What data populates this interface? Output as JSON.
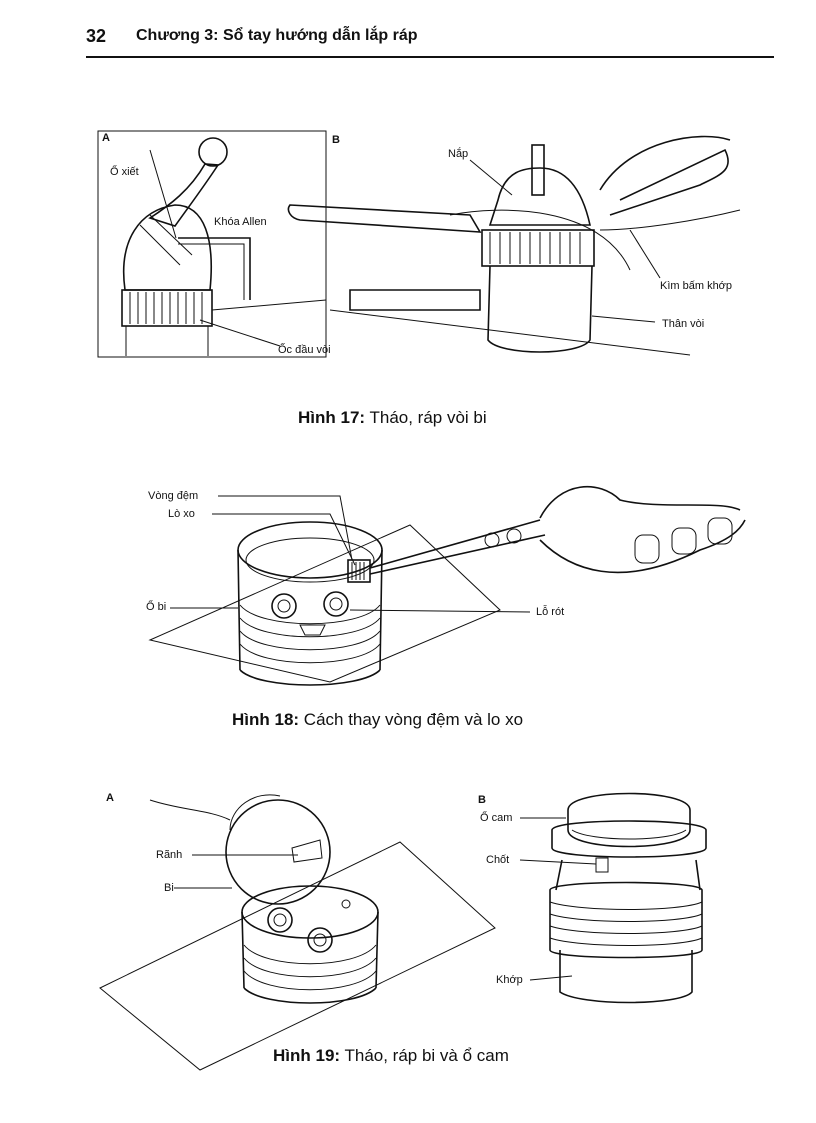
{
  "header": {
    "page_number": "32",
    "chapter_title": "Chương 3: Sổ tay hướng dẫn lắp ráp"
  },
  "figure17": {
    "panel_a": "A",
    "panel_b": "B",
    "labels": {
      "o_xiet": "Ổ xiết",
      "khoa_allen": "Khóa Allen",
      "oc_dau_voi": "Ốc đầu vòi",
      "nap": "Nắp",
      "kim_bam_khop": "Kìm bấm khớp",
      "than_voi": "Thân vòi"
    },
    "caption_bold": "Hình 17:",
    "caption_text": "Tháo, ráp vòi bi"
  },
  "figure18": {
    "labels": {
      "vong_dem": "Vòng đệm",
      "lo_xo": "Lò xo",
      "o_bi": "Ổ bi",
      "lo_rot": "Lỗ rót"
    },
    "caption_bold": "Hình 18:",
    "caption_text": "Cách thay vòng đệm và lo xo"
  },
  "figure19": {
    "panel_a": "A",
    "panel_b": "B",
    "labels": {
      "ranh": "Rãnh",
      "bi": "Bi",
      "o_cam": "Ổ cam",
      "chot": "Chốt",
      "khop": "Khớp"
    },
    "caption_bold": "Hình 19:",
    "caption_text": "Tháo, ráp bi và ổ cam"
  }
}
